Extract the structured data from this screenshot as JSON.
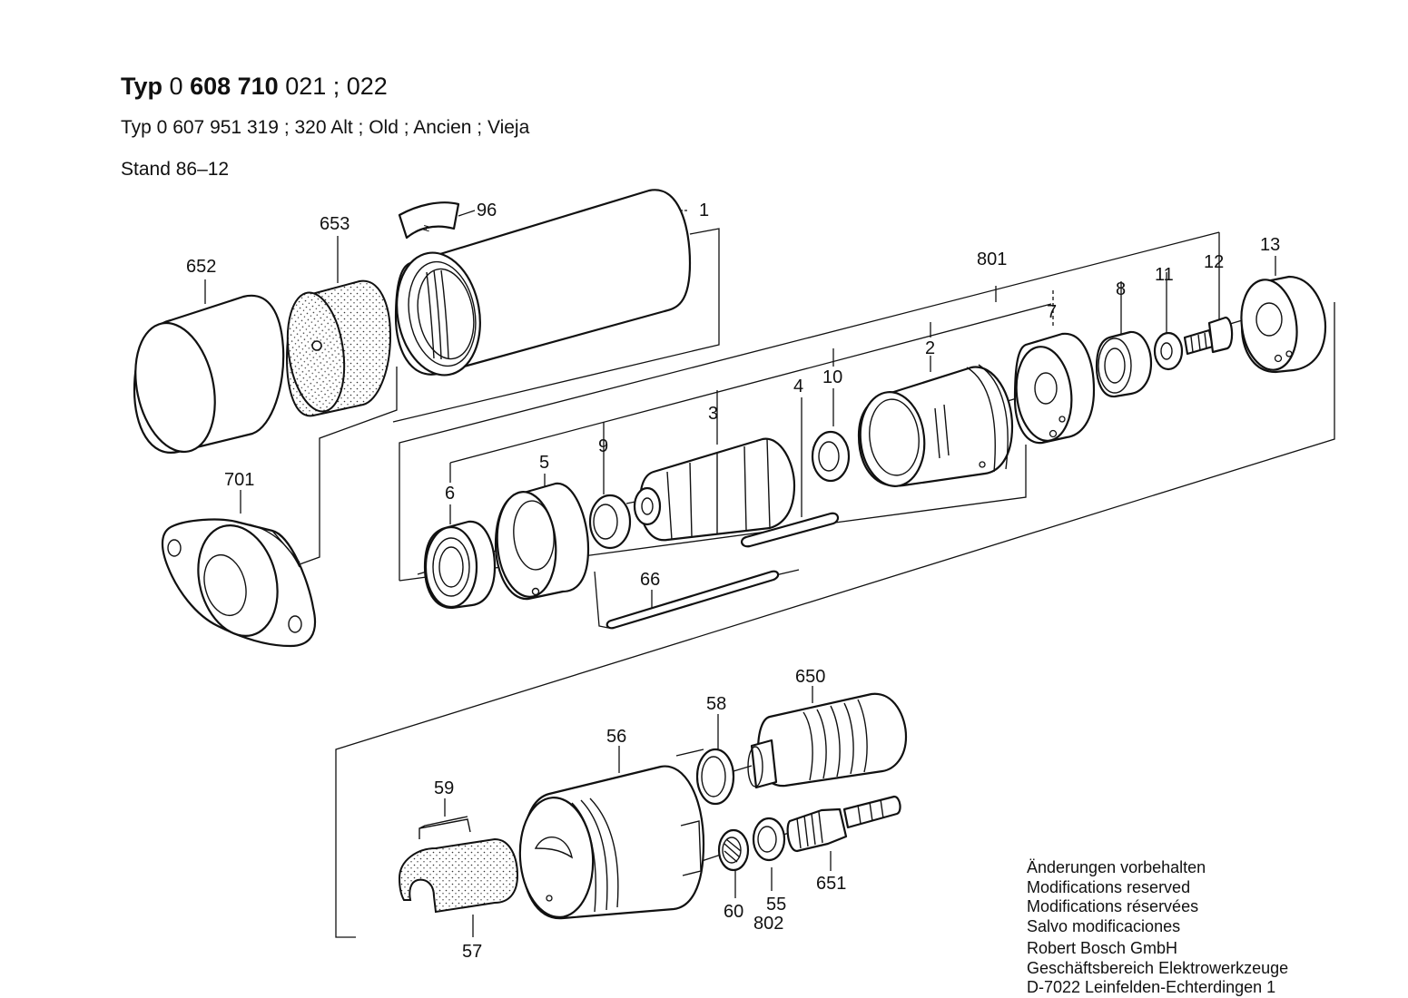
{
  "header": {
    "title_prefix": "Typ",
    "title_number_plain_1": "0",
    "title_number_bold_1": "608",
    "title_number_bold_2": "710",
    "title_number_plain_2": "021 ; 022",
    "old_type": "Typ  0 607 951 319 ; 320  Alt ; Old ; Ancien ; Vieja",
    "stand": "Stand  86–12"
  },
  "part_labels": {
    "p1": "1",
    "p2": "2",
    "p3": "3",
    "p4": "4",
    "p5": "5",
    "p6": "6",
    "p7": "7",
    "p8": "8",
    "p9": "9",
    "p10": "10",
    "p11": "11",
    "p12": "12",
    "p13": "13",
    "p55": "55",
    "p56": "56",
    "p57": "57",
    "p58": "58",
    "p59": "59",
    "p60": "60",
    "p66": "66",
    "p96": "96",
    "p650": "650",
    "p651": "651",
    "p652": "652",
    "p653": "653",
    "p701": "701",
    "p801": "801",
    "p802": "802"
  },
  "notes": {
    "mod_de": "Änderungen vorbehalten",
    "mod_en": "Modifications reserved",
    "mod_fr": "Modifications réservées",
    "mod_es": "Salvo modificaciones",
    "company": "Robert Bosch GmbH",
    "division": "Geschäftsbereich Elektrowerkzeuge",
    "address": "D-7022 Leinfelden-Echterdingen 1"
  }
}
